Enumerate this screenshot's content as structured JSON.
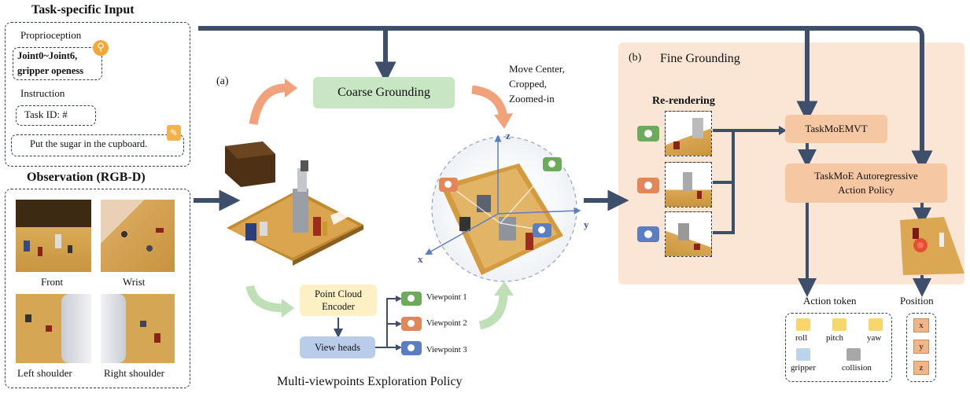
{
  "task_input": {
    "title": "Task-specific Input",
    "proprioception_label": "Proprioception",
    "joints_line1": "Joint0~Joint6,",
    "joints_line2": "gripper openess",
    "instruction_label": "Instruction",
    "task_id": "Task ID:   #",
    "instruction_text": "Put the sugar in the cupboard."
  },
  "observation": {
    "title": "Observation (RGB-D)",
    "views": [
      "Front",
      "Wrist",
      "Left shoulder",
      "Right shoulder"
    ]
  },
  "panel_a": {
    "tag": "(a)",
    "coarse_grounding": "Coarse Grounding",
    "move_center": [
      "Move Center,",
      "Cropped,",
      "Zoomed-in"
    ],
    "encoder_line1": "Point Cloud",
    "encoder_line2": "Encoder",
    "view_heads": "View heads",
    "viewpoints": [
      "Viewpoint 1",
      "Viewpoint 2",
      "Viewpoint 3"
    ],
    "axes": {
      "z": "z",
      "y": "y",
      "x": "x"
    },
    "caption": "Multi-viewpoints Exploration Policy"
  },
  "panel_b": {
    "tag": "(b)",
    "title": "Fine Grounding",
    "rerendering": "Re-rendering",
    "mvt": "TaskMoEMVT",
    "policy_line1": "TaskMoE Autoregressive",
    "policy_line2": "Action Policy"
  },
  "action_token": {
    "title": "Action token",
    "items": [
      "roll",
      "pitch",
      "yaw",
      "gripper",
      "collision"
    ]
  },
  "position": {
    "title": "Position",
    "items": [
      "x",
      "y",
      "z"
    ]
  },
  "colors": {
    "arrow": "#3d4f6b",
    "coarse_fill": "#c8e6c3",
    "fine_panel": "#fbe6d6",
    "mvt_fill": "#f6c7a3",
    "encoder_fill": "#fdf0c4",
    "viewheads_fill": "#b9cdea",
    "cam_green": "#6cab5c",
    "cam_orange": "#e2875a",
    "cam_blue": "#5b7ec2",
    "token_yellow": "#f8d66d",
    "token_blue": "#bcd3ec",
    "token_gray": "#a8a8a8"
  },
  "icons": [
    "robot-arm-icon",
    "instruction-note-icon",
    "camera-icon"
  ]
}
